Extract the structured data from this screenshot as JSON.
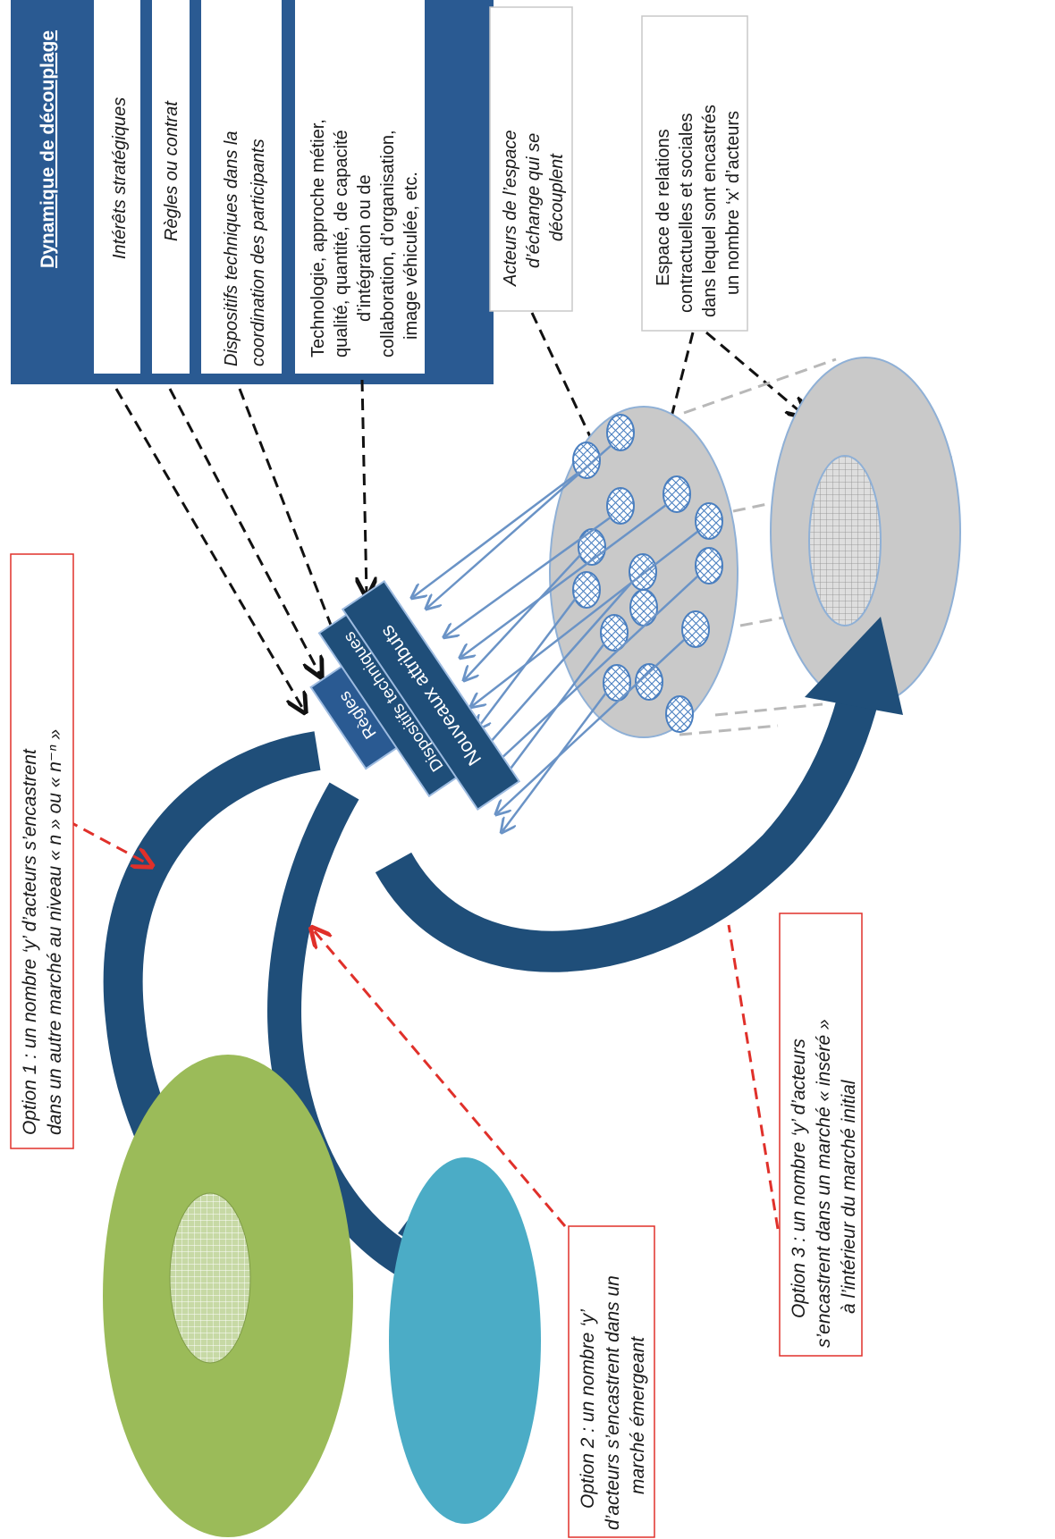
{
  "decoupling_panel": {
    "title": "Dynamique de découplage",
    "items": [
      {
        "lines": [
          "Intérêts stratégiques"
        ]
      },
      {
        "lines": [
          "Règles ou contrat"
        ]
      },
      {
        "lines": [
          "Dispositifs techniques dans la",
          "coordination des participants"
        ]
      },
      {
        "lines": [
          "Technologie, approche métier,",
          "qualité, quantité, de capacité",
          "d’intégration ou de",
          "collaboration, d’organisation,",
          "image véhiculée, etc."
        ]
      }
    ]
  },
  "callouts": {
    "acteurs": [
      "Acteurs de l’espace",
      "d’échange qui se",
      "découplent"
    ],
    "espace": [
      "Espace de relations",
      "contractuelles et sociales",
      "dans lequel sont encastrés",
      "un nombre ‘x’ d’acteurs"
    ]
  },
  "layers": {
    "regles": "Règles",
    "dispositifs": "Dispositifs techniques",
    "attributs": "Nouveaux attributs"
  },
  "options": {
    "option1": [
      "Option 1 : un nombre ‘y’ d’acteurs s’encastrent",
      "dans un autre marché au niveau « n » ou « n⁻ⁿ »"
    ],
    "option2": [
      "Option 2 : un nombre ‘y’",
      "d’acteurs s’encastrent dans un",
      "marché émergeant"
    ],
    "option3": [
      "Option 3 : un nombre ‘y’ d’acteurs",
      "s’encastrent dans un marché « inséré »",
      "à l’intérieur du marché initial"
    ]
  },
  "colors": {
    "navy": "#1f4e79",
    "panel": "#2a5a92",
    "green": "#9bbb59",
    "teal": "#4bacc6",
    "grey": "#c9c9c9",
    "red": "#e0302a",
    "connector": "#6a93c6"
  }
}
